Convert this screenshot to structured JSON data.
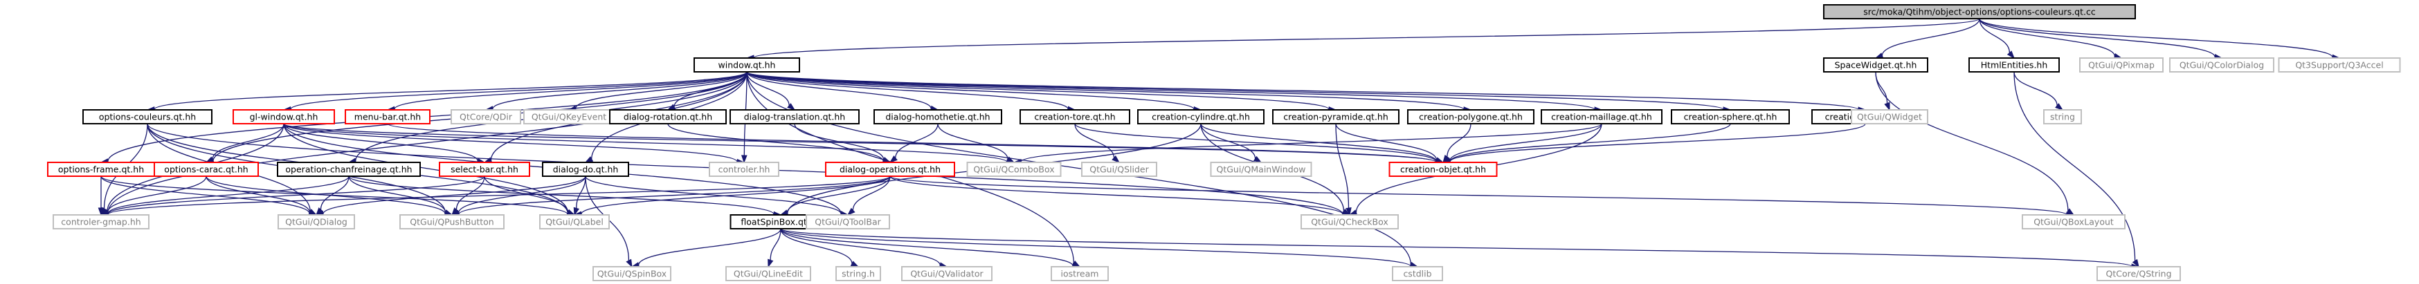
{
  "diagram": {
    "kind": "include-dependency-graph",
    "colors": {
      "edge": "#191970",
      "root_fill": "#bfbfbf",
      "box_border": "#000000",
      "error_border": "#ff0000",
      "ext_border": "#bfbfbf",
      "ext_text": "#7f7f7f"
    },
    "nodes": [
      {
        "id": "root",
        "label": "src/moka/Qtihm/object-options/options-couleurs.qt.cc",
        "style": "root"
      },
      {
        "id": "window",
        "label": "window.qt.hh",
        "style": "box"
      },
      {
        "id": "spacewidget",
        "label": "SpaceWidget.qt.hh",
        "style": "box"
      },
      {
        "id": "htmlentities",
        "label": "HtmlEntities.hh",
        "style": "box"
      },
      {
        "id": "qpixmap",
        "label": "QtGui/QPixmap",
        "style": "ext"
      },
      {
        "id": "qcolordialog",
        "label": "QtGui/QColorDialog",
        "style": "ext"
      },
      {
        "id": "q3accel",
        "label": "Qt3Support/Q3Accel",
        "style": "ext"
      },
      {
        "id": "optcouleurs",
        "label": "options-couleurs.qt.hh",
        "style": "box"
      },
      {
        "id": "glwindow",
        "label": "gl-window.qt.hh",
        "style": "error"
      },
      {
        "id": "menubar",
        "label": "menu-bar.qt.hh",
        "style": "error"
      },
      {
        "id": "qdir",
        "label": "QtCore/QDir",
        "style": "ext"
      },
      {
        "id": "qkeyevent",
        "label": "QtGui/QKeyEvent",
        "style": "ext"
      },
      {
        "id": "dlgrotation",
        "label": "dialog-rotation.qt.hh",
        "style": "box"
      },
      {
        "id": "dlgtranslation",
        "label": "dialog-translation.qt.hh",
        "style": "box"
      },
      {
        "id": "dlghomothetie",
        "label": "dialog-homothetie.qt.hh",
        "style": "box"
      },
      {
        "id": "crtore",
        "label": "creation-tore.qt.hh",
        "style": "box"
      },
      {
        "id": "crcylindre",
        "label": "creation-cylindre.qt.hh",
        "style": "box"
      },
      {
        "id": "crpyramide",
        "label": "creation-pyramide.qt.hh",
        "style": "box"
      },
      {
        "id": "crpolygone",
        "label": "creation-polygone.qt.hh",
        "style": "box"
      },
      {
        "id": "crmaillage",
        "label": "creation-maillage.qt.hh",
        "style": "box"
      },
      {
        "id": "crsphere",
        "label": "creation-sphere.qt.hh",
        "style": "box"
      },
      {
        "id": "crbrin",
        "label": "creation-brin.qt.hh",
        "style": "box"
      },
      {
        "id": "qwidget",
        "label": "QtGui/QWidget",
        "style": "ext"
      },
      {
        "id": "string",
        "label": "string",
        "style": "ext"
      },
      {
        "id": "optframe",
        "label": "options-frame.qt.hh",
        "style": "error"
      },
      {
        "id": "optcarac",
        "label": "options-carac.qt.hh",
        "style": "error"
      },
      {
        "id": "opchanfrein",
        "label": "operation-chanfreinage.qt.hh",
        "style": "box"
      },
      {
        "id": "selectbar",
        "label": "select-bar.qt.hh",
        "style": "error"
      },
      {
        "id": "dlgdo",
        "label": "dialog-do.qt.hh",
        "style": "box"
      },
      {
        "id": "controler",
        "label": "controler.hh",
        "style": "ext"
      },
      {
        "id": "dlgops",
        "label": "dialog-operations.qt.hh",
        "style": "error"
      },
      {
        "id": "qcombobox",
        "label": "QtGui/QComboBox",
        "style": "ext"
      },
      {
        "id": "qslider",
        "label": "QtGui/QSlider",
        "style": "ext"
      },
      {
        "id": "qmainwindow",
        "label": "QtGui/QMainWindow",
        "style": "ext"
      },
      {
        "id": "crobjet",
        "label": "creation-objet.qt.hh",
        "style": "error"
      },
      {
        "id": "ctrlgmap",
        "label": "controler-gmap.hh",
        "style": "ext"
      },
      {
        "id": "qdialog",
        "label": "QtGui/QDialog",
        "style": "ext"
      },
      {
        "id": "qpushbutton",
        "label": "QtGui/QPushButton",
        "style": "ext"
      },
      {
        "id": "qlabel",
        "label": "QtGui/QLabel",
        "style": "ext"
      },
      {
        "id": "floatspinbox",
        "label": "floatSpinBox.qt.hh",
        "style": "box"
      },
      {
        "id": "qtoolbar",
        "label": "QtGui/QToolBar",
        "style": "ext"
      },
      {
        "id": "qcheckbox",
        "label": "QtGui/QCheckBox",
        "style": "ext"
      },
      {
        "id": "qboxlayout",
        "label": "QtGui/QBoxLayout",
        "style": "ext"
      },
      {
        "id": "qspinbox",
        "label": "QtGui/QSpinBox",
        "style": "ext"
      },
      {
        "id": "qlineedit",
        "label": "QtGui/QLineEdit",
        "style": "ext"
      },
      {
        "id": "stringh",
        "label": "string.h",
        "style": "ext"
      },
      {
        "id": "qvalidator",
        "label": "QtGui/QValidator",
        "style": "ext"
      },
      {
        "id": "iostream",
        "label": "iostream",
        "style": "ext"
      },
      {
        "id": "cstdlib",
        "label": "cstdlib",
        "style": "ext"
      },
      {
        "id": "qstring",
        "label": "QtCore/QString",
        "style": "ext"
      }
    ],
    "edges": [
      [
        "root",
        "window"
      ],
      [
        "root",
        "spacewidget"
      ],
      [
        "root",
        "htmlentities"
      ],
      [
        "root",
        "qpixmap"
      ],
      [
        "root",
        "qcolordialog"
      ],
      [
        "root",
        "q3accel"
      ],
      [
        "window",
        "optcouleurs"
      ],
      [
        "window",
        "glwindow"
      ],
      [
        "window",
        "menubar"
      ],
      [
        "window",
        "qdir"
      ],
      [
        "window",
        "qkeyevent"
      ],
      [
        "window",
        "dlgrotation"
      ],
      [
        "window",
        "dlgtranslation"
      ],
      [
        "window",
        "dlghomothetie"
      ],
      [
        "window",
        "crtore"
      ],
      [
        "window",
        "crcylindre"
      ],
      [
        "window",
        "crpyramide"
      ],
      [
        "window",
        "crpolygone"
      ],
      [
        "window",
        "crmaillage"
      ],
      [
        "window",
        "crsphere"
      ],
      [
        "window",
        "crbrin"
      ],
      [
        "window",
        "optframe"
      ],
      [
        "window",
        "optcarac"
      ],
      [
        "window",
        "opchanfrein"
      ],
      [
        "window",
        "selectbar"
      ],
      [
        "window",
        "dlgdo"
      ],
      [
        "window",
        "controler"
      ],
      [
        "window",
        "ctrlgmap"
      ],
      [
        "window",
        "iostream"
      ],
      [
        "window",
        "cstdlib"
      ],
      [
        "spacewidget",
        "qwidget"
      ],
      [
        "spacewidget",
        "qboxlayout"
      ],
      [
        "htmlentities",
        "string"
      ],
      [
        "htmlentities",
        "qstring"
      ],
      [
        "optcouleurs",
        "ctrlgmap"
      ],
      [
        "optcouleurs",
        "qdialog"
      ],
      [
        "optcouleurs",
        "qlabel"
      ],
      [
        "optcouleurs",
        "qpushbutton"
      ],
      [
        "optcouleurs",
        "qcheckbox"
      ],
      [
        "glwindow",
        "optcarac"
      ],
      [
        "glwindow",
        "selectbar"
      ],
      [
        "glwindow",
        "controler"
      ],
      [
        "glwindow",
        "ctrlgmap"
      ],
      [
        "glwindow",
        "qcombobox"
      ],
      [
        "glwindow",
        "qtoolbar"
      ],
      [
        "glwindow",
        "qlabel"
      ],
      [
        "glwindow",
        "crobjet"
      ],
      [
        "menubar",
        "crobjet"
      ],
      [
        "dlgrotation",
        "dlgops"
      ],
      [
        "dlgtranslation",
        "dlgops"
      ],
      [
        "dlghomothetie",
        "dlgops"
      ],
      [
        "dlghomothetie",
        "qcombobox"
      ],
      [
        "crtore",
        "crobjet"
      ],
      [
        "crtore",
        "qslider"
      ],
      [
        "crcylindre",
        "crobjet"
      ],
      [
        "crcylindre",
        "qmainwindow"
      ],
      [
        "crcylindre",
        "qcheckbox"
      ],
      [
        "crcylindre",
        "floatspinbox"
      ],
      [
        "crpyramide",
        "crobjet"
      ],
      [
        "crpyramide",
        "qcheckbox"
      ],
      [
        "crpolygone",
        "crobjet"
      ],
      [
        "crmaillage",
        "crobjet"
      ],
      [
        "crmaillage",
        "qcombobox"
      ],
      [
        "crmaillage",
        "qcheckbox"
      ],
      [
        "crsphere",
        "crobjet"
      ],
      [
        "crbrin",
        "crobjet"
      ],
      [
        "optframe",
        "ctrlgmap"
      ],
      [
        "optframe",
        "qdialog"
      ],
      [
        "optframe",
        "qlabel"
      ],
      [
        "optcarac",
        "ctrlgmap"
      ],
      [
        "optcarac",
        "qdialog"
      ],
      [
        "optcarac",
        "qpushbutton"
      ],
      [
        "opchanfrein",
        "ctrlgmap"
      ],
      [
        "opchanfrein",
        "qdialog"
      ],
      [
        "opchanfrein",
        "qpushbutton"
      ],
      [
        "opchanfrein",
        "floatspinbox"
      ],
      [
        "selectbar",
        "ctrlgmap"
      ],
      [
        "selectbar",
        "qpushbutton"
      ],
      [
        "selectbar",
        "qlabel"
      ],
      [
        "dlgdo",
        "qdialog"
      ],
      [
        "dlgdo",
        "qpushbutton"
      ],
      [
        "dlgdo",
        "qlabel"
      ],
      [
        "dlgdo",
        "qspinbox"
      ],
      [
        "dlgdo",
        "qtoolbar"
      ],
      [
        "dlgops",
        "ctrlgmap"
      ],
      [
        "dlgops",
        "qlabel"
      ],
      [
        "dlgops",
        "qpushbutton"
      ],
      [
        "dlgops",
        "qtoolbar"
      ],
      [
        "dlgops",
        "qcheckbox"
      ],
      [
        "dlgops",
        "floatspinbox"
      ],
      [
        "dlgops",
        "qboxlayout"
      ],
      [
        "floatspinbox",
        "qspinbox"
      ],
      [
        "floatspinbox",
        "qlineedit"
      ],
      [
        "floatspinbox",
        "stringh"
      ],
      [
        "floatspinbox",
        "qvalidator"
      ],
      [
        "floatspinbox",
        "iostream"
      ],
      [
        "floatspinbox",
        "cstdlib"
      ],
      [
        "floatspinbox",
        "qstring"
      ]
    ]
  }
}
